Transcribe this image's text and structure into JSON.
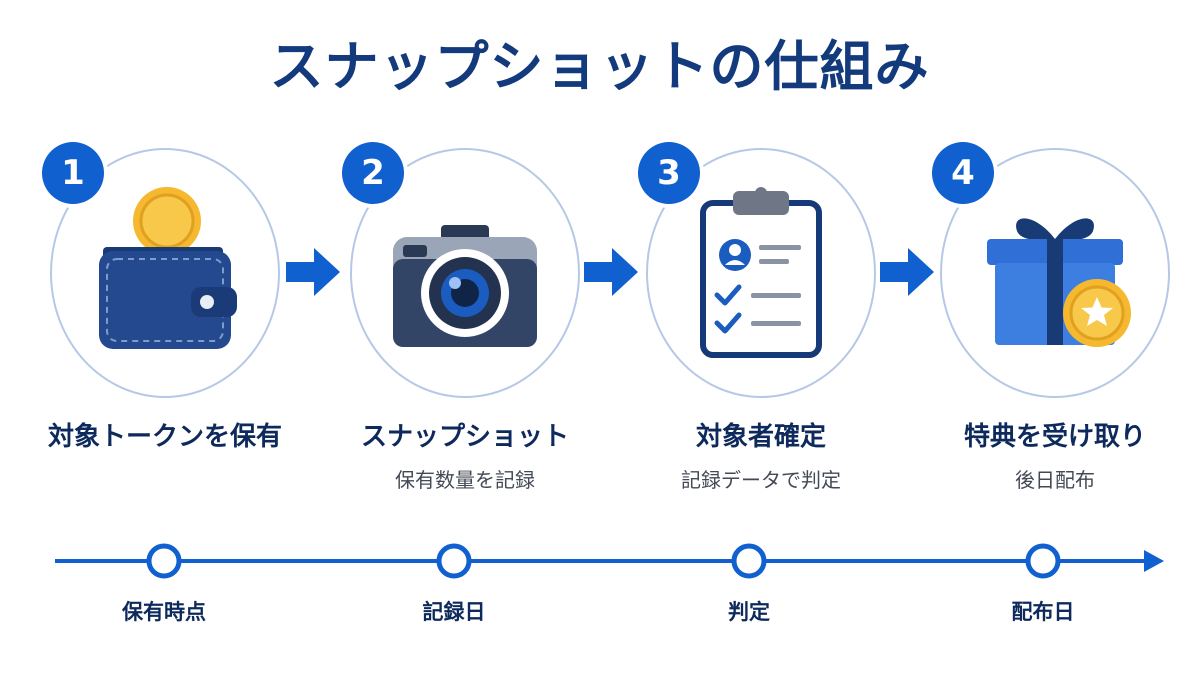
{
  "title": "スナップショットの仕組み",
  "steps": [
    {
      "number": "1",
      "label": "対象トークンを保有",
      "sub": ""
    },
    {
      "number": "2",
      "label": "スナップショット",
      "sub": "保有数量を記録"
    },
    {
      "number": "3",
      "label": "対象者確定",
      "sub": "記録データで判定"
    },
    {
      "number": "4",
      "label": "特典を受け取り",
      "sub": "後日配布"
    }
  ],
  "timeline": {
    "points": [
      "保有時点",
      "記録日",
      "判定",
      "配布日"
    ]
  },
  "colors": {
    "primary": "#1060cf",
    "title": "#123a7c",
    "circle_border": "#b6c8e6",
    "coin": "#f5b82e"
  }
}
